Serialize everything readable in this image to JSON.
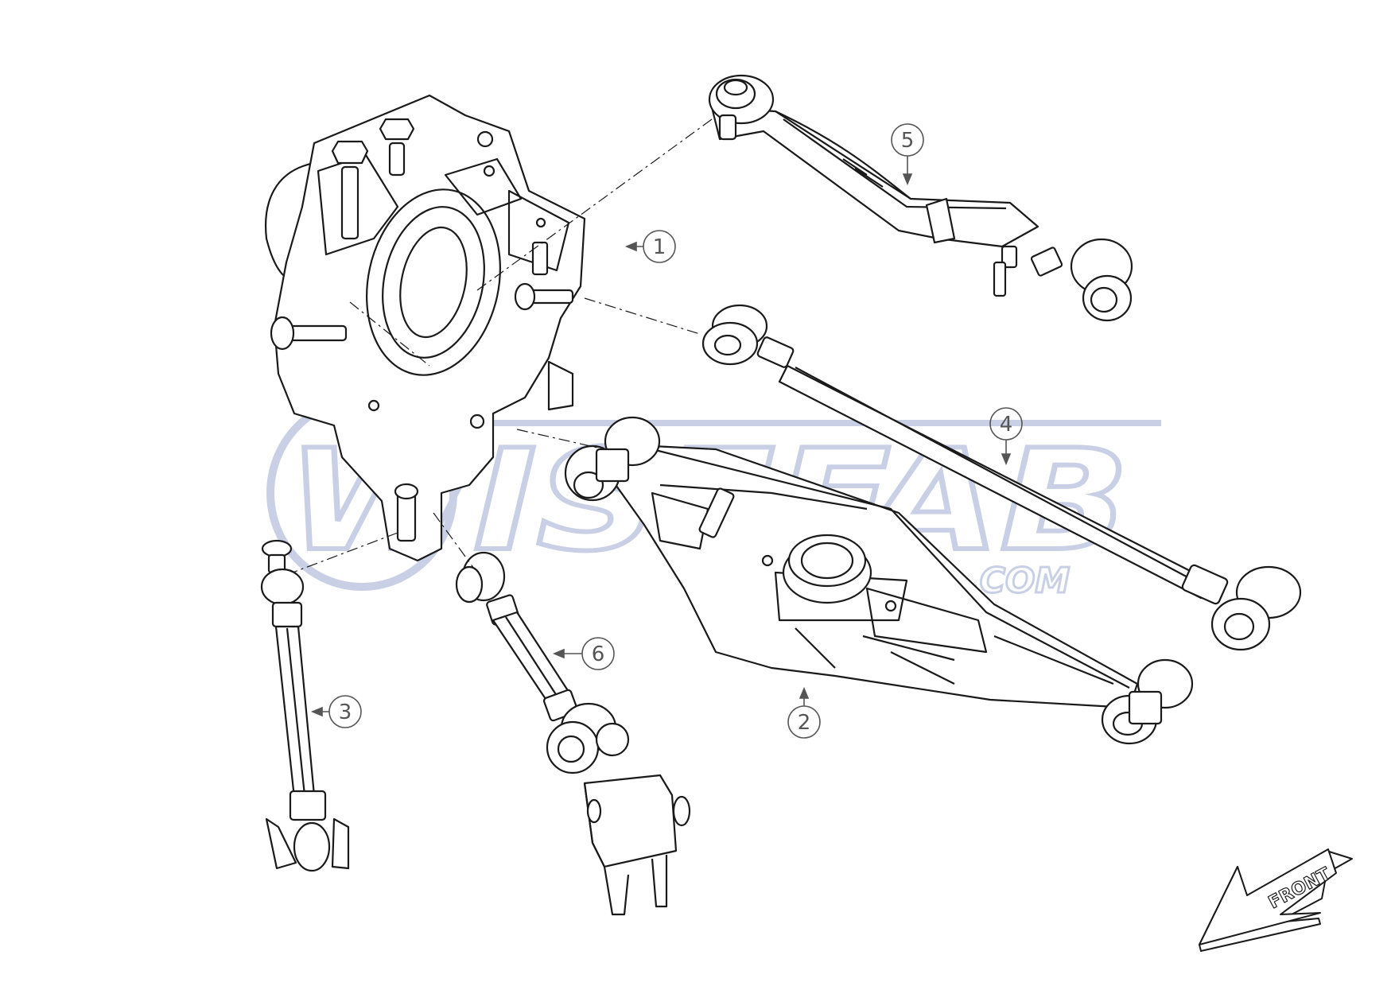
{
  "watermark": {
    "brand": "WISEFAB",
    "suffix": ".COM",
    "color": "#c9d0e6"
  },
  "callouts": [
    {
      "id": "1",
      "label": "1"
    },
    {
      "id": "2",
      "label": "2"
    },
    {
      "id": "3",
      "label": "3"
    },
    {
      "id": "4",
      "label": "4"
    },
    {
      "id": "5",
      "label": "5"
    },
    {
      "id": "6",
      "label": "6"
    }
  ],
  "front_arrow": {
    "label": "FRONT"
  },
  "colors": {
    "line": "#1a1a1a",
    "callout": "#555555",
    "watermark": "#c9d0e6"
  }
}
